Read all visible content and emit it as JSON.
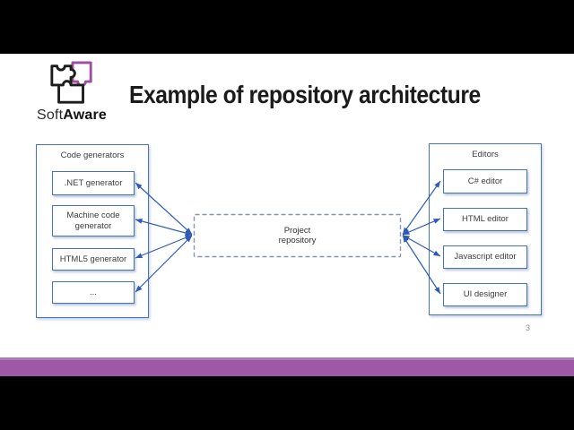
{
  "title": "Example of repository architecture",
  "page_number": "3",
  "logo": {
    "name_regular": "Soft",
    "name_bold": "Aware"
  },
  "diagram": {
    "generators": {
      "label": "Code generators",
      "items": [
        ".NET generator",
        "Machine code generator",
        "HTML5 generator",
        "..."
      ]
    },
    "repository": {
      "line1": "Project",
      "line2": "repository"
    },
    "editors": {
      "label": "Editors",
      "items": [
        "C# editor",
        "HTML editor",
        "Javascript editor",
        "UI designer"
      ]
    }
  },
  "colors": {
    "accent_blue": "#4472C4",
    "arrow_blue": "#2E5BB5",
    "repository_dashed_border": "#8796B8",
    "purple_bar": "#9D59A6",
    "purple_bar_highlight": "#AE77B8",
    "logo_purple": "#9C4F9E",
    "letterbox": "#000000"
  }
}
